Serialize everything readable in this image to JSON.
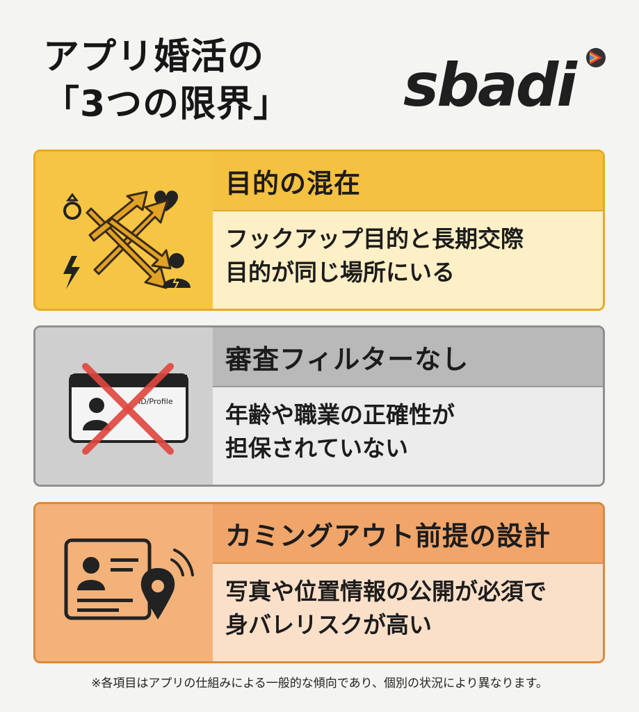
{
  "header": {
    "title_line1": "アプリ婚活の",
    "title_line2": "「3つの限界」",
    "logo_text": "sbadi"
  },
  "cards": [
    {
      "title": "目的の混在",
      "desc_line1": "フックアップ目的と長期交際",
      "desc_line2": "目的が同じ場所にいる",
      "icon": "crossing-arrows-icon"
    },
    {
      "title": "審査フィルターなし",
      "desc_line1": "年齢や職業の正確性が",
      "desc_line2": "担保されていない",
      "icon": "id-card-crossed-icon",
      "id_card_label": "ID/Profile"
    },
    {
      "title": "カミングアウト前提の設計",
      "desc_line1": "写真や位置情報の公開が必須で",
      "desc_line2": "身バレリスクが高い",
      "icon": "profile-location-icon"
    }
  ],
  "footnote": "※各項目はアプリの仕組みによる一般的な傾向であり、個別の状況により異なります。",
  "colors": {
    "card1_accent": "#f5c141",
    "card2_accent": "#b9b9b9",
    "card3_accent": "#f0a56a",
    "cross_red": "#e0463e"
  }
}
